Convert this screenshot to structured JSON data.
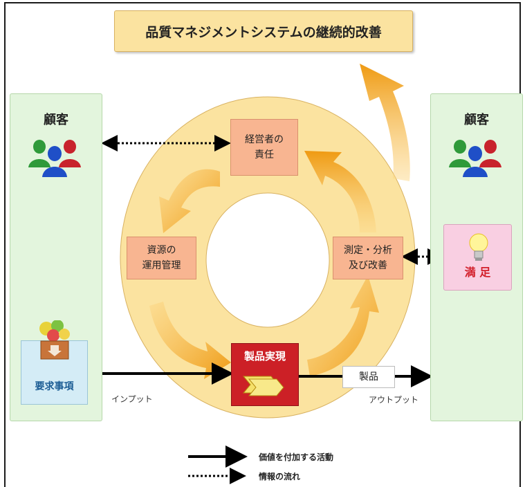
{
  "title": "品質マネジメントシステムの継続的改善",
  "customer_left": {
    "label": "顧客",
    "icon": "customers-icon"
  },
  "customer_right": {
    "label": "顧客",
    "icon": "customers-icon"
  },
  "processes": {
    "management": "経営者の\n責任",
    "resource": "資源の\n運用管理",
    "measurement": "測定・分析\n及び改善",
    "realization": "製品実現"
  },
  "requirements": {
    "label": "要求事項",
    "icon": "requirements-box-icon"
  },
  "satisfaction": {
    "label": "満 足",
    "icon": "lightbulb-icon"
  },
  "product": {
    "label": "製品"
  },
  "input_label": "インプット",
  "output_label": "アウトプット",
  "legend": {
    "value_added": "価値を付加する活動",
    "information_flow": "情報の流れ"
  },
  "colors": {
    "ring": "#fbe3a0",
    "arrow": "#f0a020",
    "process_box": "#f8b591",
    "realization_box": "#cc2026",
    "panel": "#e3f5dd",
    "satisfaction_box": "#f9cfe2",
    "requirements_box": "#d4ecf6"
  }
}
